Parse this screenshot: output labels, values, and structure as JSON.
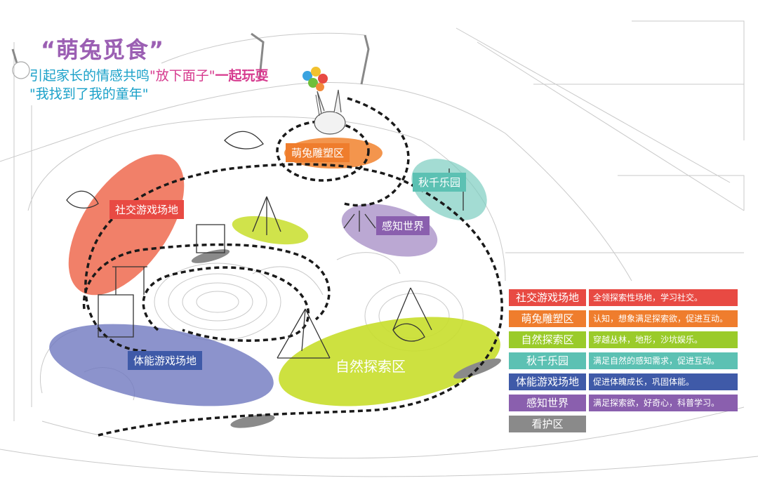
{
  "title": "“萌兔觅食”",
  "tagline": {
    "line1_part1": "引起家长的情感共鸣",
    "line1_part2": "\"放下面子\"",
    "line1_part3": "一起玩耍",
    "line2": "\"我找到了我的童年\""
  },
  "zones": {
    "rabbit": "萌兔雕塑区",
    "swing": "秋千乐园",
    "social": "社交游戏场地",
    "perception": "感知世界",
    "fitness": "体能游戏场地",
    "nature": "自然探索区"
  },
  "legend": [
    {
      "name": "社交游戏场地",
      "desc": "全领探索性场地，学习社交。",
      "color": "#e84a43"
    },
    {
      "name": "萌兔雕塑区",
      "desc": "认知，想象满足探索欲，促进互动。",
      "color": "#ef7d2d"
    },
    {
      "name": "自然探索区",
      "desc": "穿越丛林，地形，沙坑娱乐。",
      "color": "#9acb2a"
    },
    {
      "name": "秋千乐园",
      "desc": "满足自然的感知需求，促进互动。",
      "color": "#5cc1b3"
    },
    {
      "name": "体能游戏场地",
      "desc": "促进体魄成长，巩固体能。",
      "color": "#3f5aa8"
    },
    {
      "name": "感知世界",
      "desc": "满足探索欲，好奇心，科普学习。",
      "color": "#8a5fae"
    },
    {
      "name": "看护区",
      "desc": "",
      "color": "#8a8a8a"
    }
  ],
  "colors": {
    "social": "#ee6a4f",
    "rabbit": "#f28a3a",
    "nature": "#c8de2b",
    "swing": "#7ccdc0",
    "fitness": "#6f78bf",
    "perception": "#a48bc4",
    "care": "#8a8a8a",
    "title": "#9b5fb3",
    "tag_cyan": "#1ba1c9",
    "tag_pink": "#d63a8e"
  }
}
